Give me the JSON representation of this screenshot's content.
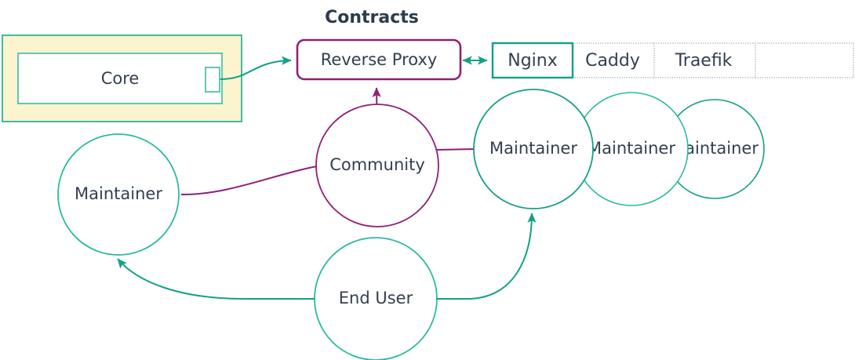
{
  "diagram": {
    "title_label": "Contracts",
    "colors": {
      "teal": "#13a085",
      "teal_light": "#2cb9a0",
      "purple": "#8e2176",
      "text": "#333f50",
      "container_fill": "#fcf3cf",
      "container_border": "#3dbd9e",
      "dotted_border": "#9aa0a6",
      "white": "#ffffff"
    },
    "container": {
      "name": "core-container",
      "fill": "#fcf3cf",
      "border": "#3dbd9e"
    },
    "nodes": {
      "core": {
        "label": "Core",
        "shape": "rect-with-port",
        "border": "#3dbd9e"
      },
      "reverse_proxy": {
        "label": "Reverse Proxy",
        "shape": "rounded-rect",
        "border": "#8e2176"
      },
      "community": {
        "label": "Community",
        "shape": "circle",
        "border": "#8e2176"
      },
      "maintainer_left": {
        "label": "Maintainer",
        "shape": "circle",
        "border": "#2cb9a0"
      },
      "maintainer_right_1": {
        "label": "Maintainer",
        "shape": "circle",
        "border": "#13a085"
      },
      "maintainer_right_2": {
        "label": "Maintainer",
        "shape": "circle",
        "border": "#2cb9a0"
      },
      "maintainer_right_3": {
        "label": "Maintainer",
        "shape": "circle",
        "border": "#13a085"
      },
      "end_user": {
        "label": "End User",
        "shape": "circle",
        "border": "#2cb9a0"
      }
    },
    "implementations": [
      {
        "label": "Nginx",
        "selected": true,
        "border_style": "solid"
      },
      {
        "label": "Caddy",
        "selected": false,
        "border_style": "dotted"
      },
      {
        "label": "Traefik",
        "selected": false,
        "border_style": "dotted"
      },
      {
        "label": "",
        "selected": false,
        "border_style": "dotted"
      }
    ],
    "edges": [
      {
        "name": "core-to-reverse-proxy",
        "from": "core",
        "to": "reverse_proxy",
        "color": "#13a085",
        "arrow": "end"
      },
      {
        "name": "reverse-proxy-to-nginx",
        "from": "reverse_proxy",
        "to": "nginx",
        "color": "#13a085",
        "arrow": "both"
      },
      {
        "name": "community-to-reverse-proxy",
        "from": "community",
        "to": "reverse_proxy",
        "color": "#8e2176",
        "arrow": "end"
      },
      {
        "name": "community-to-maintainer-left",
        "from": "community",
        "to": "maintainer_left",
        "color": "#8e2176",
        "arrow": "none"
      },
      {
        "name": "community-to-maintainer-right",
        "from": "community",
        "to": "maintainer_right_1",
        "color": "#8e2176",
        "arrow": "none"
      },
      {
        "name": "end-user-to-maintainer-left",
        "from": "end_user",
        "to": "maintainer_left",
        "color": "#13a085",
        "arrow": "end"
      },
      {
        "name": "end-user-to-maintainer-right",
        "from": "end_user",
        "to": "maintainer_right_1",
        "color": "#13a085",
        "arrow": "end"
      }
    ]
  }
}
